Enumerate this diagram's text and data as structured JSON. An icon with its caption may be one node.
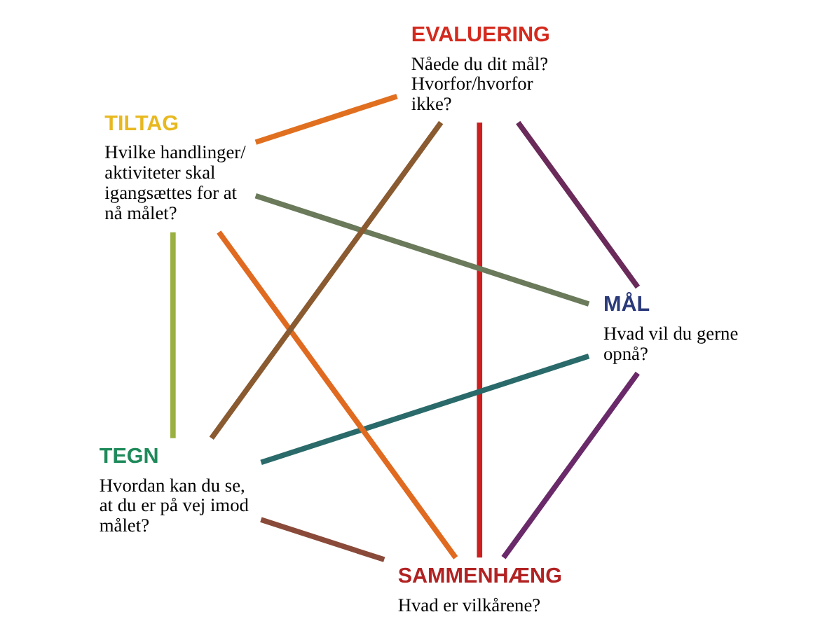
{
  "diagram": {
    "nodes": [
      {
        "text": [
          "SAMMENHÆNG",
          "Hvad er vilkårene?"
        ]
      },
      {
        "text": [
          "MÅL",
          "Hvad vil du gerne opnå?"
        ]
      },
      {
        "text": [
          "TILTAG",
          "Hvilke handlinger/ aktiviteter skal igangsættes for at nå målet?"
        ]
      },
      {
        "text": [
          "EVALUERING",
          "Nåede du dit mål? Hvorfor/hvorfor ikke?"
        ]
      },
      {
        "text": [
          "TEGN",
          "Hvordan kan du se, at du er på vej imod målet?"
        ]
      }
    ],
    "edges": [
      {
        "from": 0,
        "to": 1,
        "arrow": "none",
        "color": "#6a2a6a"
      },
      {
        "from": 1,
        "to": 4,
        "arrow": "none",
        "color": "#2a6a6a"
      },
      {
        "from": 4,
        "to": 3,
        "arrow": "none",
        "color": "#8a5a30"
      },
      {
        "from": 3,
        "to": 2,
        "arrow": "none",
        "color": "#e07020"
      },
      {
        "from": 2,
        "to": 0,
        "arrow": "none",
        "color": "#e06a20"
      },
      {
        "from": 0,
        "to": 3,
        "arrow": "none",
        "color": "#cc2020"
      },
      {
        "from": 0,
        "to": 4,
        "arrow": "none",
        "color": "#8a4a3a"
      },
      {
        "from": 1,
        "to": 2,
        "arrow": "none",
        "color": "#6a7a5a"
      },
      {
        "from": 1,
        "to": 3,
        "arrow": "none",
        "color": "#6a2a5a"
      },
      {
        "from": 2,
        "to": 4,
        "arrow": "none",
        "color": "#9ab040"
      }
    ]
  }
}
